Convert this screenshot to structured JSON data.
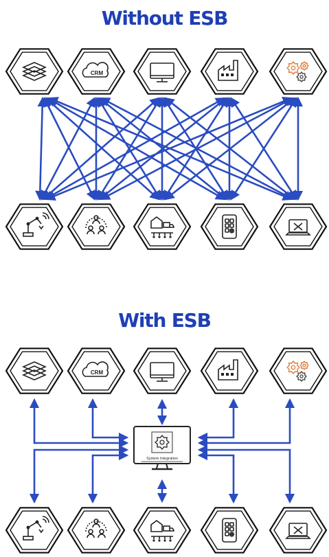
{
  "titles": {
    "without": "Without ESB",
    "with": "With ESB"
  },
  "systems_top": [
    {
      "name": "data-layers",
      "icon": "layers-icon"
    },
    {
      "name": "crm",
      "icon": "crm-cloud-icon",
      "label": "CRM"
    },
    {
      "name": "monitor",
      "icon": "monitor-icon"
    },
    {
      "name": "factory",
      "icon": "factory-icon"
    },
    {
      "name": "gears",
      "icon": "gears-icon"
    }
  ],
  "systems_bottom": [
    {
      "name": "robot-arm",
      "icon": "robot-arm-icon"
    },
    {
      "name": "team",
      "icon": "team-icon"
    },
    {
      "name": "warehouse",
      "icon": "warehouse-truck-icon"
    },
    {
      "name": "mobile-app",
      "icon": "mobile-app-icon"
    },
    {
      "name": "laptop-tools",
      "icon": "laptop-tools-icon"
    }
  ],
  "esb_hub": {
    "icon": "monitor-gear-icon",
    "label": "System Integration"
  },
  "colors": {
    "title": "#1f3fb5",
    "arrow": "#2a4cc0",
    "outline": "#111111",
    "gear_accent": "#e07b3a"
  }
}
